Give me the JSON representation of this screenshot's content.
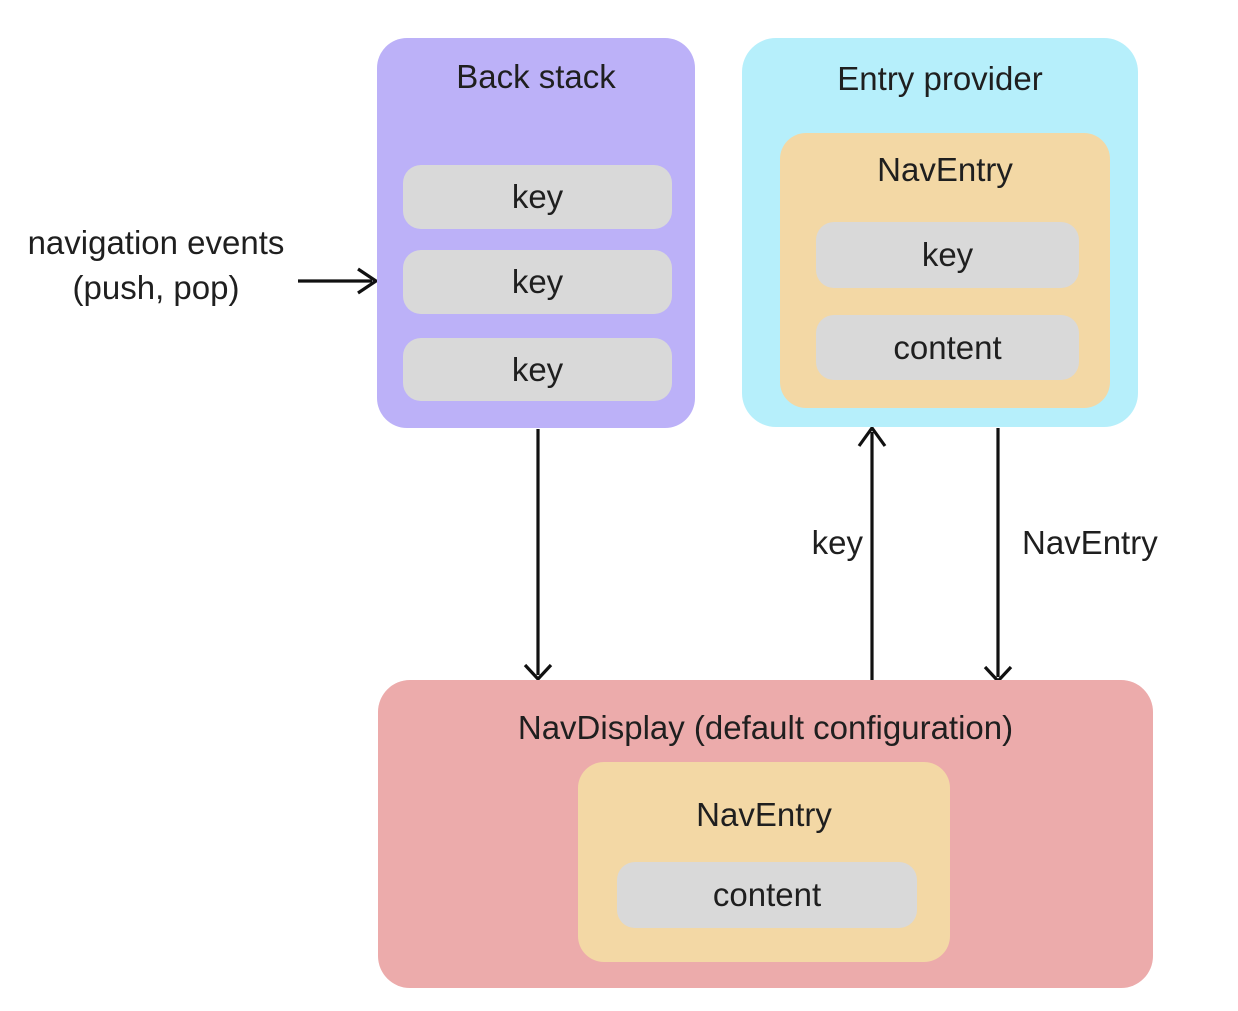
{
  "colors": {
    "purple": "#bcb1f8",
    "cyan": "#b6effb",
    "orange": "#f3d8a5",
    "pink": "#ecabab",
    "gray": "#d9d9d9",
    "text": "#1f1f1f",
    "arrow": "#111111"
  },
  "back_stack": {
    "title": "Back stack",
    "keys": [
      "key",
      "key",
      "key"
    ]
  },
  "entry_provider": {
    "title": "Entry provider",
    "nav_entry": {
      "title": "NavEntry",
      "fields": [
        "key",
        "content"
      ]
    }
  },
  "nav_display": {
    "title": "NavDisplay (default configuration)",
    "nav_entry": {
      "title": "NavEntry",
      "fields": [
        "content"
      ]
    }
  },
  "annotations": {
    "nav_events_line1": "navigation events",
    "nav_events_line2": "(push, pop)",
    "key_label": "key",
    "nav_entry_label": "NavEntry"
  }
}
